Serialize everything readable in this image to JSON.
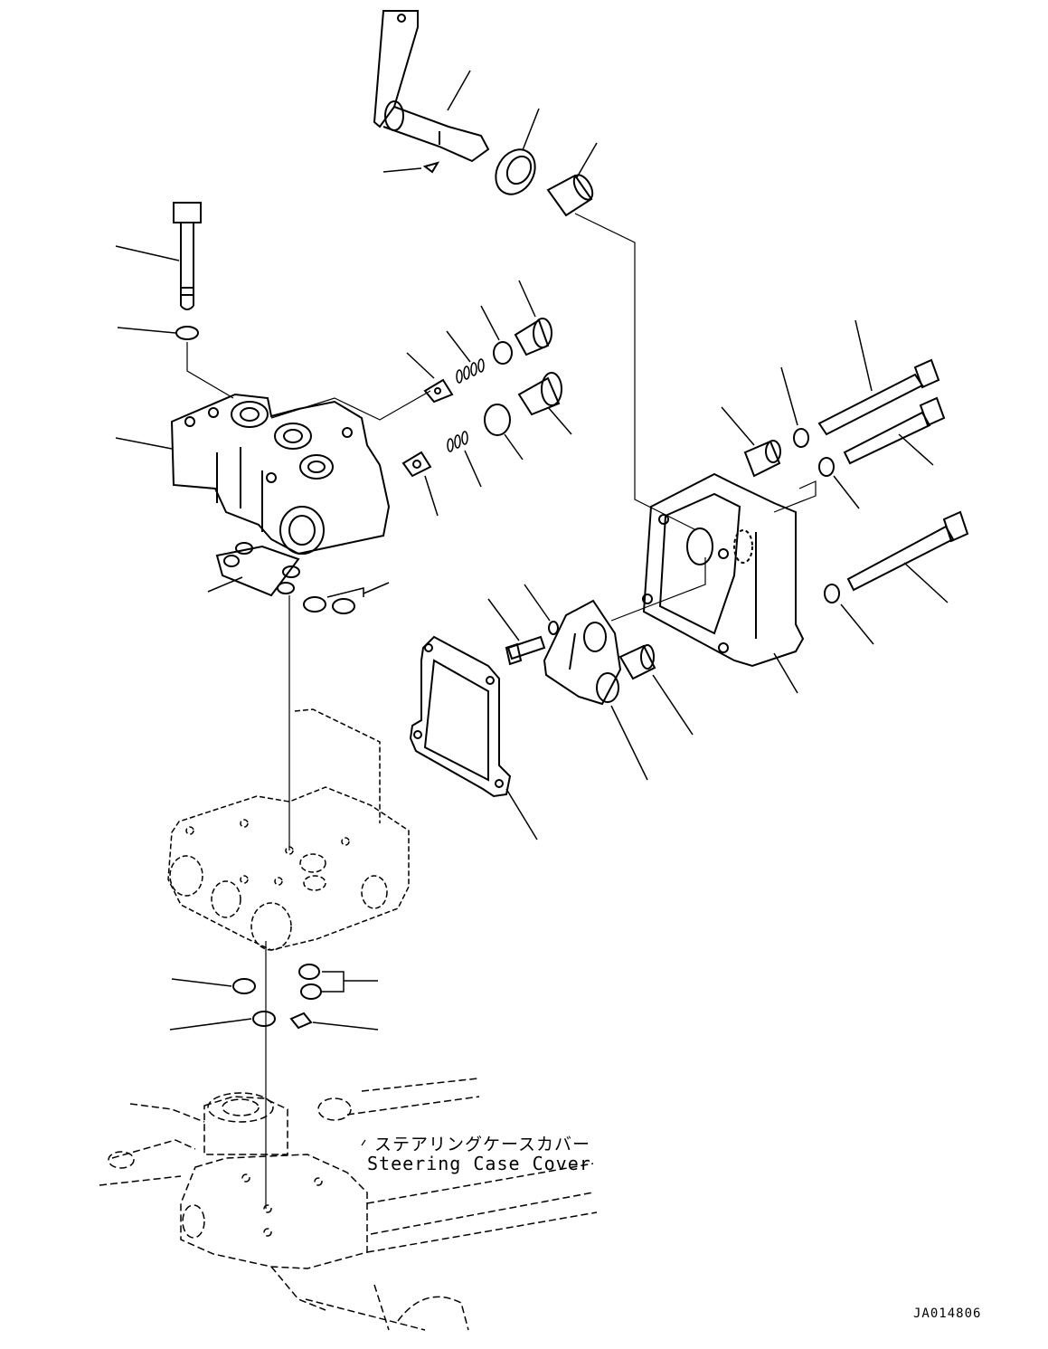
{
  "callout": {
    "label_jp": "ステアリングケースカバー",
    "label_en": "Steering Case Cover"
  },
  "drawing_id": "JA014806",
  "colors": {
    "line": "#000000",
    "background": "#ffffff"
  }
}
